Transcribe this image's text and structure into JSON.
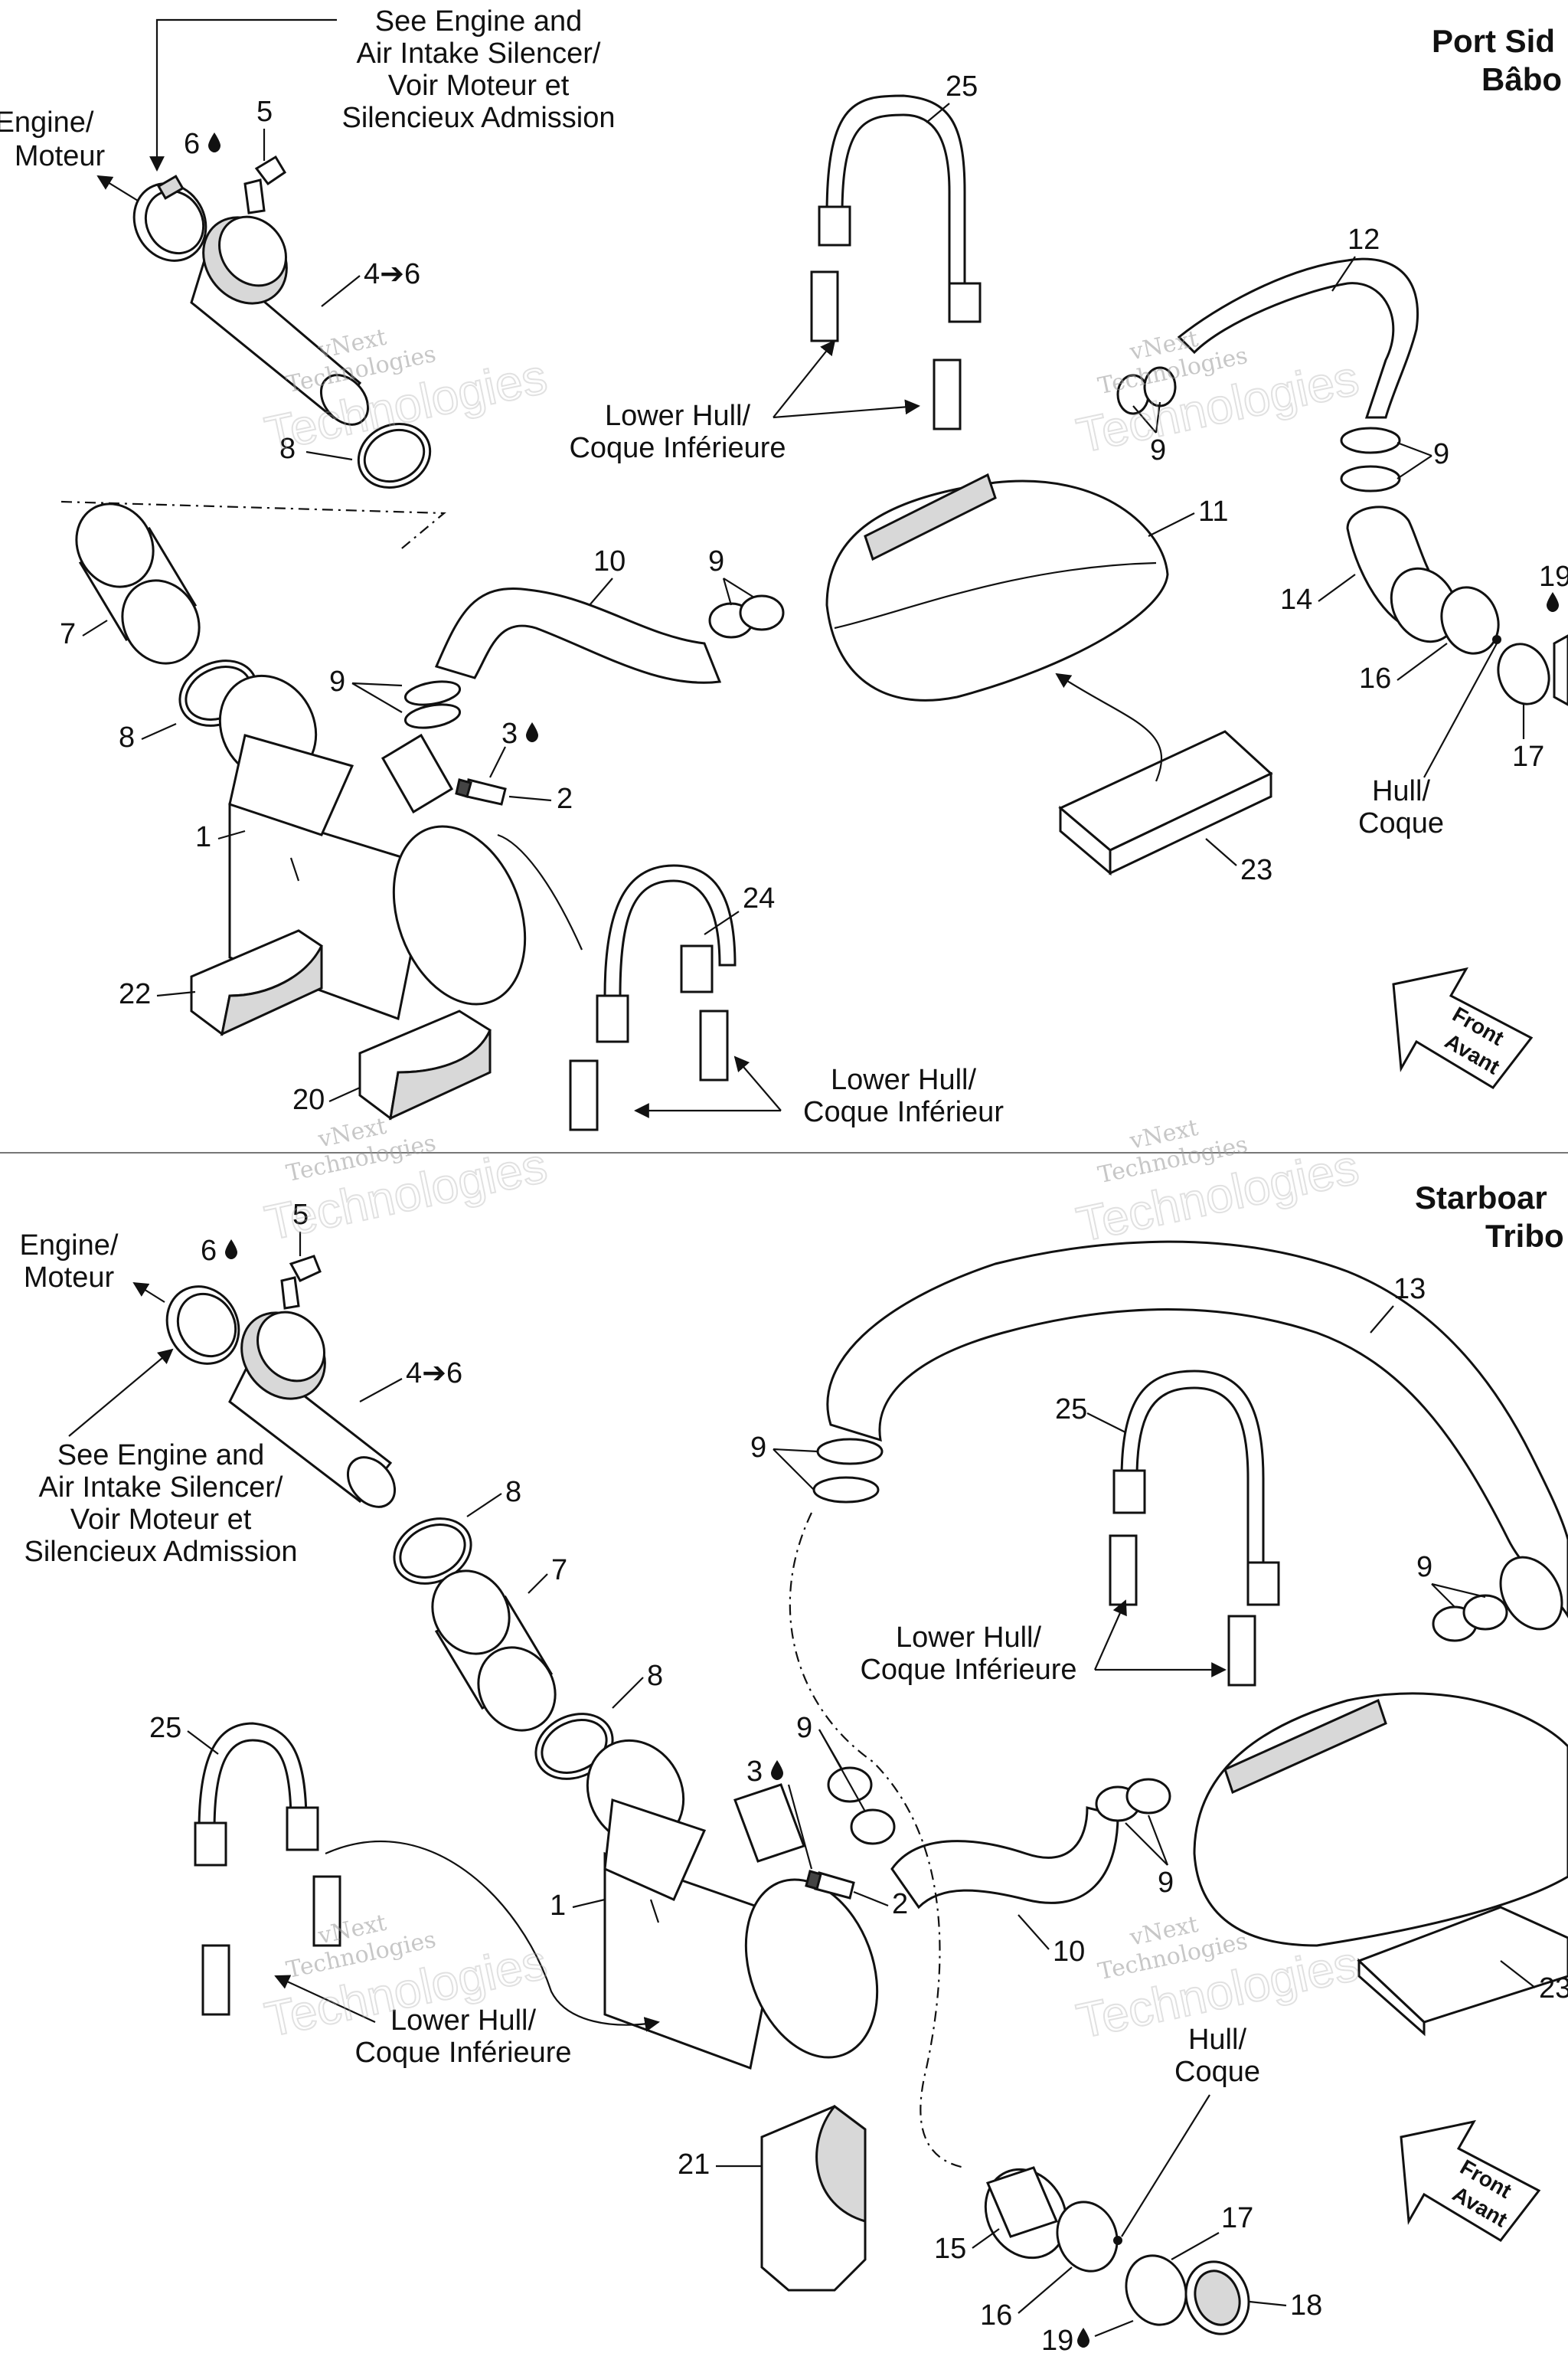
{
  "sections": {
    "port": {
      "title_en": "Port Sid",
      "title_fr": "Bâbo"
    },
    "starboard": {
      "title_en": "Starboar",
      "title_fr": "Tribo"
    }
  },
  "labels": {
    "see_engine": [
      "See Engine and",
      "Air Intake Silencer/",
      "Voir Moteur et",
      "Silencieux Admission"
    ],
    "engine": [
      "Engine/",
      "Moteur"
    ],
    "lower_hull_e": [
      "Lower Hull/",
      "Coque Inférieure"
    ],
    "lower_hull": [
      "Lower Hull/",
      "Coque Inférieur"
    ],
    "hull": [
      "Hull/",
      "Coque"
    ],
    "front": [
      "Front",
      "Avant"
    ]
  },
  "watermark": {
    "line1": "vNext",
    "line2": "Technologies"
  },
  "callouts": {
    "p1": "1",
    "p2": "2",
    "p3": "3",
    "p4": "4➔6",
    "p5": "5",
    "p6": "6",
    "p7": "7",
    "p8": "8",
    "p9": "9",
    "p10": "10",
    "p11": "11",
    "p12": "12",
    "p13": "13",
    "p14": "14",
    "p15": "15",
    "p16": "16",
    "p17": "17",
    "p18": "18",
    "p19": "19",
    "p20": "20",
    "p21": "21",
    "p22": "22",
    "p23": "23",
    "p24": "24",
    "p25": "25"
  },
  "icons": {
    "drop": "fluid-drop-icon",
    "front_arrow": "front-direction-arrow-icon"
  }
}
